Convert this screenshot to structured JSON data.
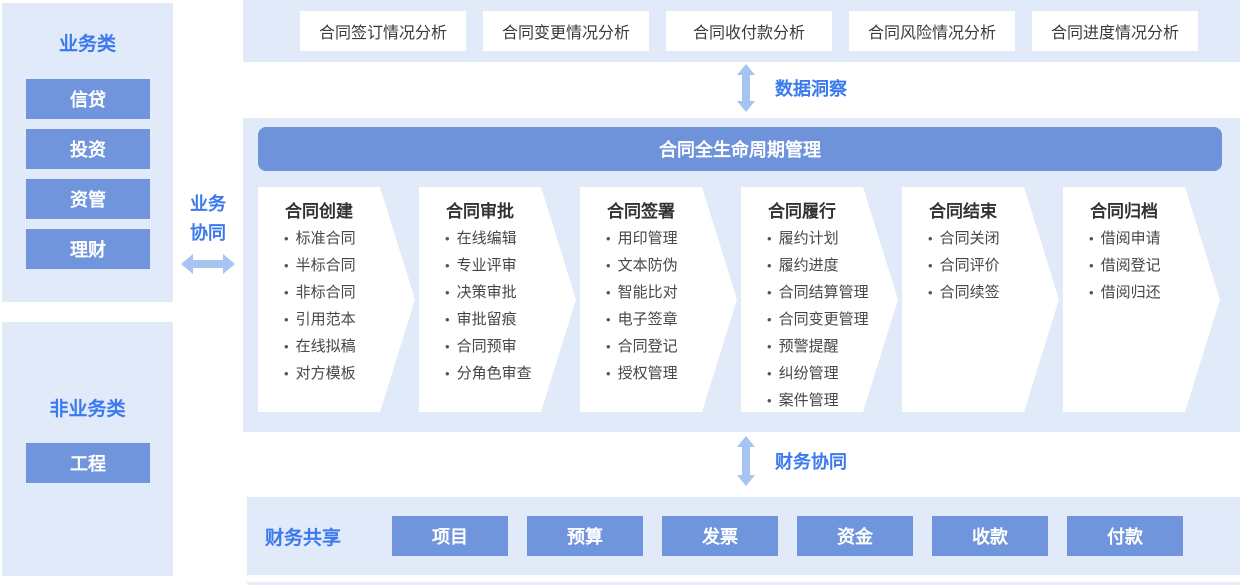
{
  "colors": {
    "panel_bg": "#e1eaf9",
    "button_blue": "#7095dc",
    "header_blue": "#6e93db",
    "accent_text_blue": "#3b79ef",
    "arrow_blue": "#a6c3f2",
    "chip_text": "#3a3a3a"
  },
  "left": {
    "business": {
      "title": "业务类",
      "items": [
        "信贷",
        "投资",
        "资管",
        "理财"
      ]
    },
    "non_business": {
      "title": "非业务类",
      "items": [
        "工程"
      ]
    }
  },
  "connectors": {
    "business_synergy_line1": "业务",
    "business_synergy_line2": "协同",
    "data_insight": "数据洞察",
    "finance_synergy": "财务协同"
  },
  "analysis_bar": {
    "items": [
      "合同签订情况分析",
      "合同变更情况分析",
      "合同收付款分析",
      "合同风险情况分析",
      "合同进度情况分析"
    ]
  },
  "lifecycle": {
    "title": "合同全生命周期管理",
    "stages": [
      {
        "title": "合同创建",
        "items": [
          "标准合同",
          "半标合同",
          "非标合同",
          "引用范本",
          "在线拟稿",
          "对方模板"
        ]
      },
      {
        "title": "合同审批",
        "items": [
          "在线编辑",
          "专业评审",
          "决策审批",
          "审批留痕",
          "合同预审",
          "分角色审查"
        ]
      },
      {
        "title": "合同签署",
        "items": [
          "用印管理",
          "文本防伪",
          "智能比对",
          "电子签章",
          "合同登记",
          "授权管理"
        ]
      },
      {
        "title": "合同履行",
        "items": [
          "履约计划",
          "履约进度",
          "合同结算管理",
          "合同变更管理",
          "预警提醒",
          "纠纷管理",
          "案件管理"
        ]
      },
      {
        "title": "合同结束",
        "items": [
          "合同关闭",
          "合同评价",
          "合同续签"
        ]
      },
      {
        "title": "合同归档",
        "items": [
          "借阅申请",
          "借阅登记",
          "借阅归还"
        ]
      }
    ]
  },
  "finance": {
    "label": "财务共享",
    "items": [
      "项目",
      "预算",
      "发票",
      "资金",
      "收款",
      "付款"
    ]
  }
}
